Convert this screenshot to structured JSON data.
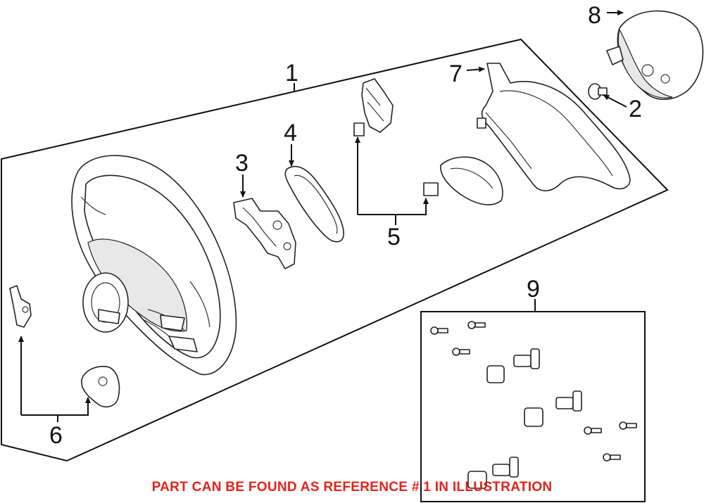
{
  "callouts": [
    {
      "id": "1",
      "label": "1"
    },
    {
      "id": "2",
      "label": "2"
    },
    {
      "id": "3",
      "label": "3"
    },
    {
      "id": "4",
      "label": "4"
    },
    {
      "id": "5",
      "label": "5"
    },
    {
      "id": "6",
      "label": "6"
    },
    {
      "id": "7",
      "label": "7"
    },
    {
      "id": "8",
      "label": "8"
    },
    {
      "id": "9",
      "label": "9"
    }
  ],
  "footnote": "PART CAN BE FOUND AS REFERENCE # 1 IN ILLUSTRATION",
  "colors": {
    "footnote": "#e2231a",
    "line": "#111111"
  }
}
